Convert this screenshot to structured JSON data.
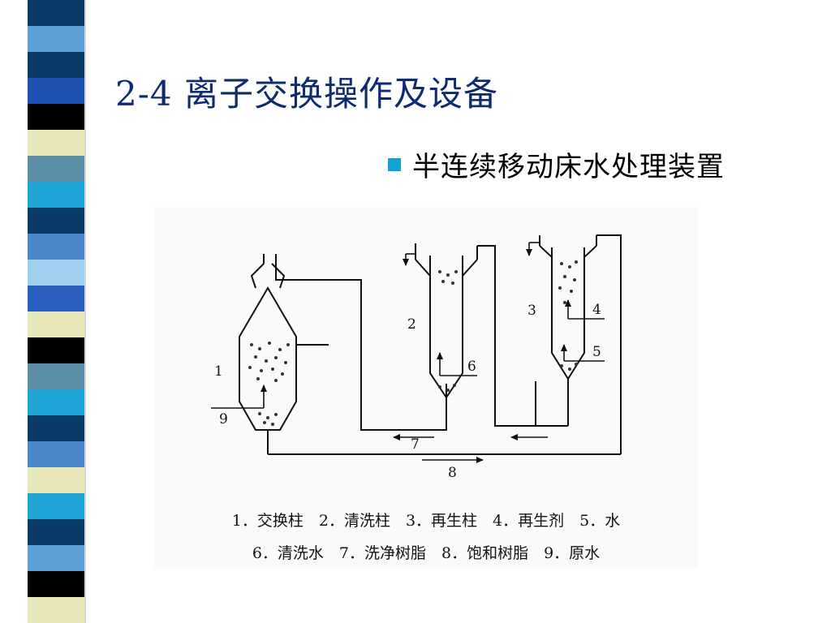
{
  "slide": {
    "title": "2-4 离子交换操作及设备",
    "bullet": "半连续移动床水处理装置"
  },
  "figure": {
    "labels": {
      "n1": "1",
      "n2": "2",
      "n3": "3",
      "n4": "4",
      "n5": "5",
      "n6": "6",
      "n7": "7",
      "n8": "8",
      "n9": "9"
    },
    "legend": {
      "line1": "1．交换柱　2．清洗柱　3．再生柱　4．再生剂　5．水",
      "line2": "6．清洗水　7．洗净树脂　8．饱和树脂　9．原水"
    }
  },
  "colors": {
    "title": "#0d2a72",
    "bullet": "#12a3d4",
    "strip": [
      "#0a3a66",
      "#5b9fd6",
      "#000000",
      "#e6e6b8",
      "#1fa6d6",
      "#4a86c8",
      "#0a3a66",
      "#9fd0ee"
    ]
  }
}
